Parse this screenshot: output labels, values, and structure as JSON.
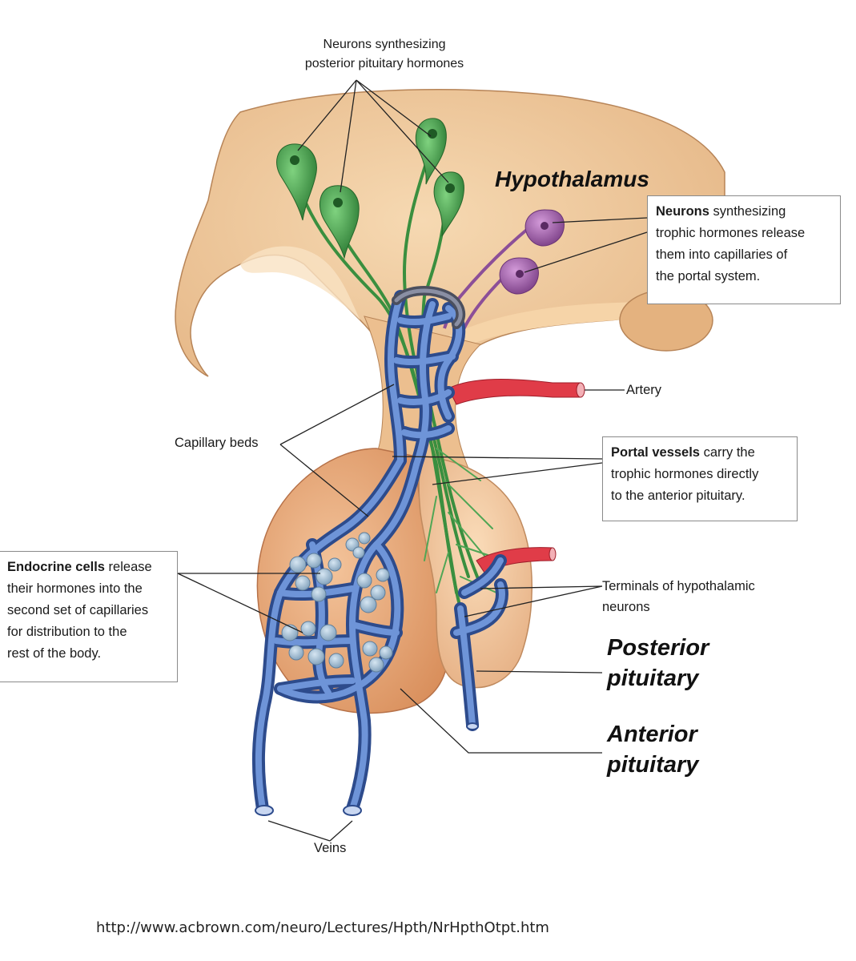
{
  "labels": {
    "neurons_posterior_line1": "Neurons synthesizing",
    "neurons_posterior_line2": "posterior pituitary hormones",
    "hypothalamus": "Hypothalamus",
    "neurons_trophic_bold": "Neurons",
    "neurons_trophic_rest1": " synthesizing",
    "neurons_trophic_line2": "trophic hormones release",
    "neurons_trophic_line3": "them into capillaries of",
    "neurons_trophic_line4": "the portal system.",
    "artery": "Artery",
    "capillary_beds": "Capillary beds",
    "portal_bold": "Portal vessels",
    "portal_rest1": " carry the",
    "portal_line2": "trophic hormones directly",
    "portal_line3": "to the anterior pituitary.",
    "endocrine_bold": "Endocrine cells",
    "endocrine_rest1": " release",
    "endocrine_line2": "their hormones into the",
    "endocrine_line3": "second set of capillaries",
    "endocrine_line4": "for distribution to the",
    "endocrine_line5": "rest of the body.",
    "terminals_line1": "Terminals of hypothalamic",
    "terminals_line2": "neurons",
    "posterior_line1": "Posterior",
    "posterior_line2": "pituitary",
    "anterior_line1": "Anterior",
    "anterior_line2": "pituitary",
    "veins": "Veins"
  },
  "source_url": "http://www.acbrown.com/neuro/Lectures/Hpth/NrHpthOtpt.htm",
  "colors": {
    "tissue": "#eec89a",
    "tissue_dark": "#d9a873",
    "pituitary": "#e9ad7d",
    "vein": "#4a6fb8",
    "vein_dark": "#2d4b8c",
    "artery": "#e2414d",
    "neuron_green": "#3f9a45",
    "neuron_purple": "#9b5da6"
  }
}
